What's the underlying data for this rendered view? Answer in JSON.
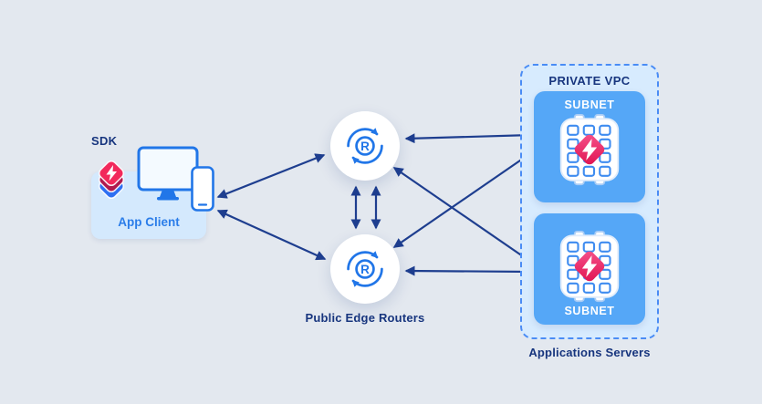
{
  "client": {
    "sdk_label": "SDK",
    "app_label": "App Client"
  },
  "routers": {
    "icon_letter": "R",
    "caption": "Public Edge Routers"
  },
  "vpc": {
    "title": "PRIVATE VPC",
    "subnets": [
      {
        "label": "SUBNET"
      },
      {
        "label": "SUBNET"
      }
    ],
    "caption": "Applications Servers"
  },
  "colors": {
    "bg": "#e3e8ef",
    "navy": "#17357e",
    "arrow": "#1e3e8f",
    "accent": "#2176e8",
    "client_box": "#d4e9fd",
    "client_label": "#2b7de9",
    "node": "#ffffff",
    "vpc_fill": "#d7ebfe",
    "vpc_border": "#4a8cf5",
    "subnet": "#55a7f7",
    "chip_grid": "#3f8cf0",
    "badge": "#f23d6d",
    "badge_dark": "#e01250",
    "layer_top": "#f2295b",
    "layer_mid": "#b01a4e",
    "layer_blue": "#2e6ff2"
  }
}
